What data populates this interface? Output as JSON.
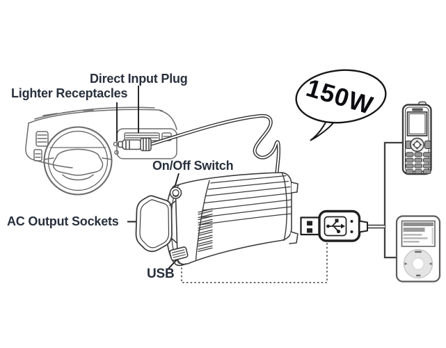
{
  "diagram": {
    "callout_150w": "150W",
    "labels": {
      "direct_input_plug": "Direct Input Plug",
      "lighter_receptacles": "Lighter Receptacles",
      "on_off_switch": "On/Off Switch",
      "ac_output_sockets": "AC Output Sockets",
      "usb": "USB"
    },
    "icons": {
      "car_dashboard": "line-drawing of dashboard with steering wheel and lighter receptacle",
      "direct_input_plug": "cigarette-lighter plug inserted in receptacle",
      "power_inverter": "cylindrical 150W inverter with AC socket, on/off switch, usb port",
      "usb_plug": "USB type-A plug with trident symbol",
      "mobile_phone": "candy-bar mobile phone",
      "media_player": "portable media player with click wheel"
    },
    "colors": {
      "background": "#ffffff",
      "label_text": "#28303d",
      "outline_dark": "#1f1f1f",
      "sketch_gray": "#6b6b6b",
      "callout_text": "#0c0c12"
    }
  }
}
